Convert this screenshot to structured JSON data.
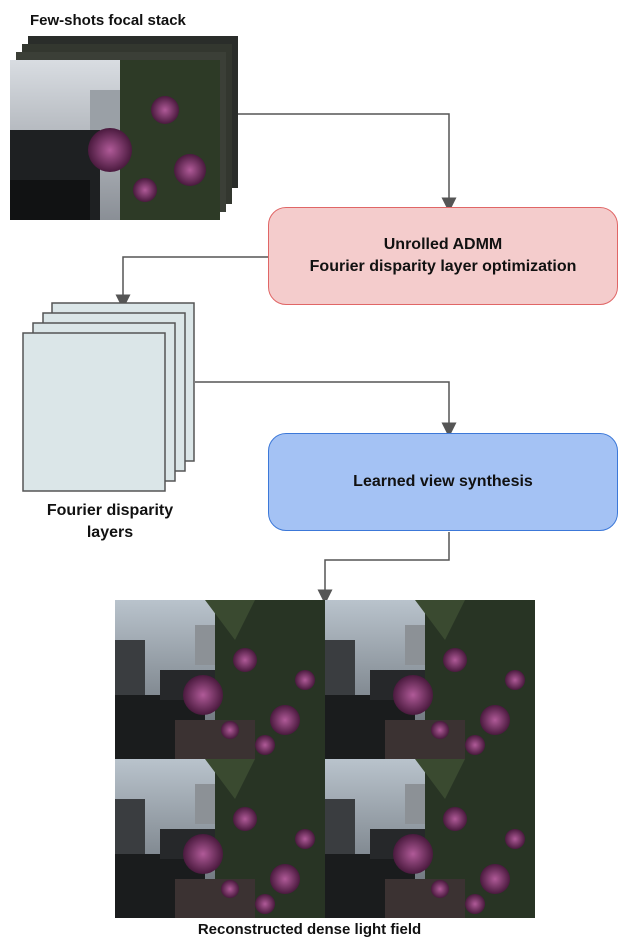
{
  "labels": {
    "focal_stack_title": "Few-shots focal stack",
    "fdl_caption_line1": "Fourier disparity",
    "fdl_caption_line2": "layers",
    "output_caption": "Reconstructed dense light field"
  },
  "boxes": {
    "admm_line1": "Unrolled ADMM",
    "admm_line2": "Fourier disparity layer optimization",
    "view_synthesis": "Learned view synthesis"
  },
  "colors": {
    "admm_fill": "#f4cccc",
    "admm_border": "#e06666",
    "synthesis_fill": "#a4c2f4",
    "synthesis_border": "#3c78d8",
    "layer_fill": "#dbe6e8",
    "arrow": "#555555"
  }
}
